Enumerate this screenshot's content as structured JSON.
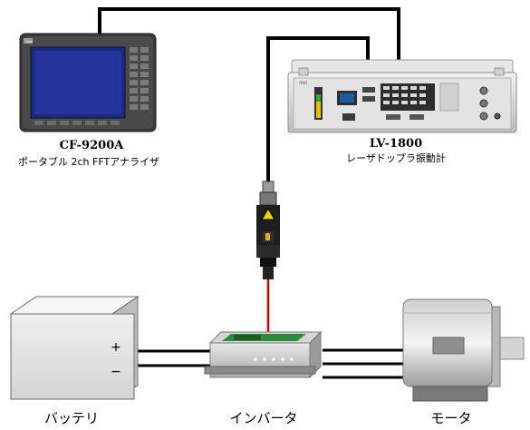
{
  "analyzer": {
    "model": "CF-9200A",
    "description": "ポータブル 2ch FFTアナライザ"
  },
  "vibrometer": {
    "model": "LV-1800",
    "description": "レーザドップラ振動計"
  },
  "components": {
    "battery": "バッテリ",
    "inverter": "インバータ",
    "motor": "モータ"
  },
  "battery_terminals": {
    "plus": "+",
    "minus": "−"
  },
  "colors": {
    "cable": "#000000",
    "laser_beam": "#d40000",
    "screen": "#1c2a86",
    "device_body": "#c9c9c9",
    "inverter_board": "#2e8b3a"
  }
}
